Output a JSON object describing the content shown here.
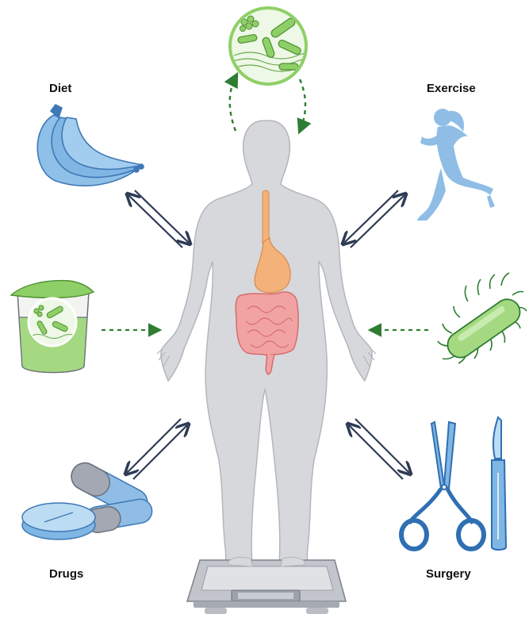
{
  "labels": {
    "diet": "Diet",
    "exercise": "Exercise",
    "drugs": "Drugs",
    "surgery": "Surgery"
  },
  "colors": {
    "body": "#d6d8dc",
    "body_outline": "#b3b6bc",
    "arrow": "#2e3b55",
    "dashed_arrow": "#2e7d32",
    "microbe_green": "#8fcf67",
    "blue_item": "#7fb6e3",
    "gut_pink": "#e8898a",
    "stomach_orange": "#f3b27a"
  },
  "icons": {
    "microbiome": "microbiome-circle-icon",
    "diet": "bananas-icon",
    "exercise": "runner-icon",
    "probiotic": "yogurt-cup-icon",
    "bacterium": "bacterium-icon",
    "drugs": "pills-icon",
    "surgery": "surgical-tools-icon",
    "scale": "weighing-scale-icon"
  }
}
